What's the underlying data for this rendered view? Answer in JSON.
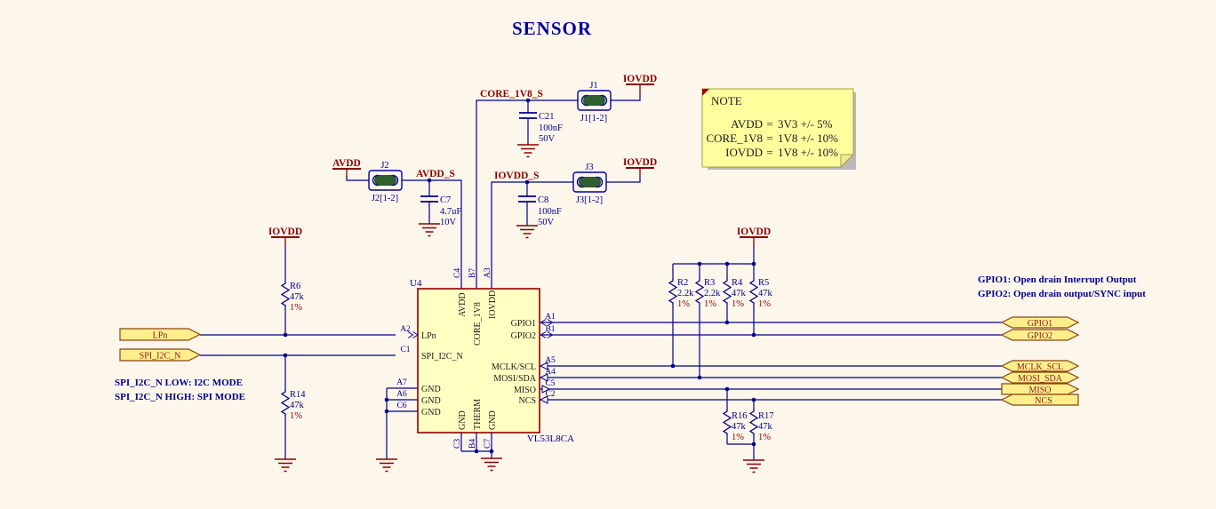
{
  "title": "SENSOR",
  "note": {
    "title": "NOTE",
    "rows": [
      {
        "name": "AVDD",
        "eq": "=",
        "val": "3V3 +/- 5%"
      },
      {
        "name": "CORE_1V8",
        "eq": "=",
        "val": "1V8 +/- 10%"
      },
      {
        "name": "IOVDD",
        "eq": "=",
        "val": "1V8 +/- 10%"
      }
    ]
  },
  "nets": {
    "iovdd": "IOVDD",
    "avdd": "AVDD",
    "core_1v8_s": "CORE_1V8_S",
    "avdd_s": "AVDD_S",
    "iovdd_s": "IOVDD_S"
  },
  "jumpers": {
    "j1": {
      "ref": "J1",
      "pins": "J1[1-2]"
    },
    "j2": {
      "ref": "J2",
      "pins": "J2[1-2]"
    },
    "j3": {
      "ref": "J3",
      "pins": "J3[1-2]"
    }
  },
  "capacitors": {
    "c21": {
      "ref": "C21",
      "value": "100nF",
      "voltage": "50V"
    },
    "c7": {
      "ref": "C7",
      "value": "4.7uF",
      "voltage": "10V"
    },
    "c8": {
      "ref": "C8",
      "value": "100nF",
      "voltage": "50V"
    }
  },
  "resistors": {
    "r6": {
      "ref": "R6",
      "value": "47k",
      "tol": "1%"
    },
    "r14": {
      "ref": "R14",
      "value": "47k",
      "tol": "1%"
    },
    "r2": {
      "ref": "R2",
      "value": "2.2k",
      "tol": "1%"
    },
    "r3": {
      "ref": "R3",
      "value": "2.2k",
      "tol": "1%"
    },
    "r4": {
      "ref": "R4",
      "value": "47k",
      "tol": "1%"
    },
    "r5": {
      "ref": "R5",
      "value": "47k",
      "tol": "1%"
    },
    "r16": {
      "ref": "R16",
      "value": "47k",
      "tol": "1%"
    },
    "r17": {
      "ref": "R17",
      "value": "47k",
      "tol": "1%"
    }
  },
  "ic": {
    "ref": "U4",
    "part": "VL53L8CA",
    "left_pins": [
      {
        "num": "A2",
        "name": "LPn"
      },
      {
        "num": "C1",
        "name": "SPI_I2C_N"
      },
      {
        "num": "A7",
        "name": "GND"
      },
      {
        "num": "A6",
        "name": "GND"
      },
      {
        "num": "C6",
        "name": "GND"
      }
    ],
    "top_pins": [
      {
        "num": "C4",
        "name": "AVDD"
      },
      {
        "num": "B7",
        "name": "CORE_1V8"
      },
      {
        "num": "A3",
        "name": "IOVDD"
      }
    ],
    "right_pins": [
      {
        "num": "A1",
        "name": "GPIO1"
      },
      {
        "num": "B1",
        "name": "GPIO2"
      },
      {
        "num": "A5",
        "name": "MCLK/SCL"
      },
      {
        "num": "A4",
        "name": "MOSI/SDA"
      },
      {
        "num": "C5",
        "name": "MISO"
      },
      {
        "num": "C2",
        "name": "NCS"
      }
    ],
    "bottom_pins": [
      {
        "num": "C3",
        "name": "GND"
      },
      {
        "num": "B4",
        "name": "THERM"
      },
      {
        "num": "C7",
        "name": "GND"
      }
    ]
  },
  "ports": {
    "lpn": "LPn",
    "spi_i2c_n": "SPI_I2C_N",
    "gpio1": "GPIO1",
    "gpio2": "GPIO2",
    "mclk_scl": "MCLK_SCL",
    "mosi_sda": "MOSI_SDA",
    "miso": "MISO",
    "ncs": "NCS"
  },
  "annotations": {
    "spi_low": "SPI_I2C_N LOW: I2C MODE",
    "spi_high": "SPI_I2C_N HIGH: SPI MODE",
    "gpio1_note": "GPIO1: Open drain Interrupt Output",
    "gpio2_note": "GPIO2: Open drain output/SYNC input"
  },
  "colors": {
    "background": "#FCF6EB",
    "wire": "#00008B",
    "net_label": "#8B0000",
    "designator": "#00008B",
    "tolerance": "#8B0000",
    "ic_fill": "#FFFFC2",
    "ic_border": "#8B0000",
    "port_fill": "#FFEF8C",
    "port_border": "#8B4513",
    "port_text": "#8B1A1A",
    "note_fill": "#FFFF9E",
    "note_border": "#A8A23C",
    "jumper_outline": "#0000A0",
    "jumper_body": "#2F5E2F",
    "power_symbol": "#8B0000",
    "title": "#0000A0"
  }
}
